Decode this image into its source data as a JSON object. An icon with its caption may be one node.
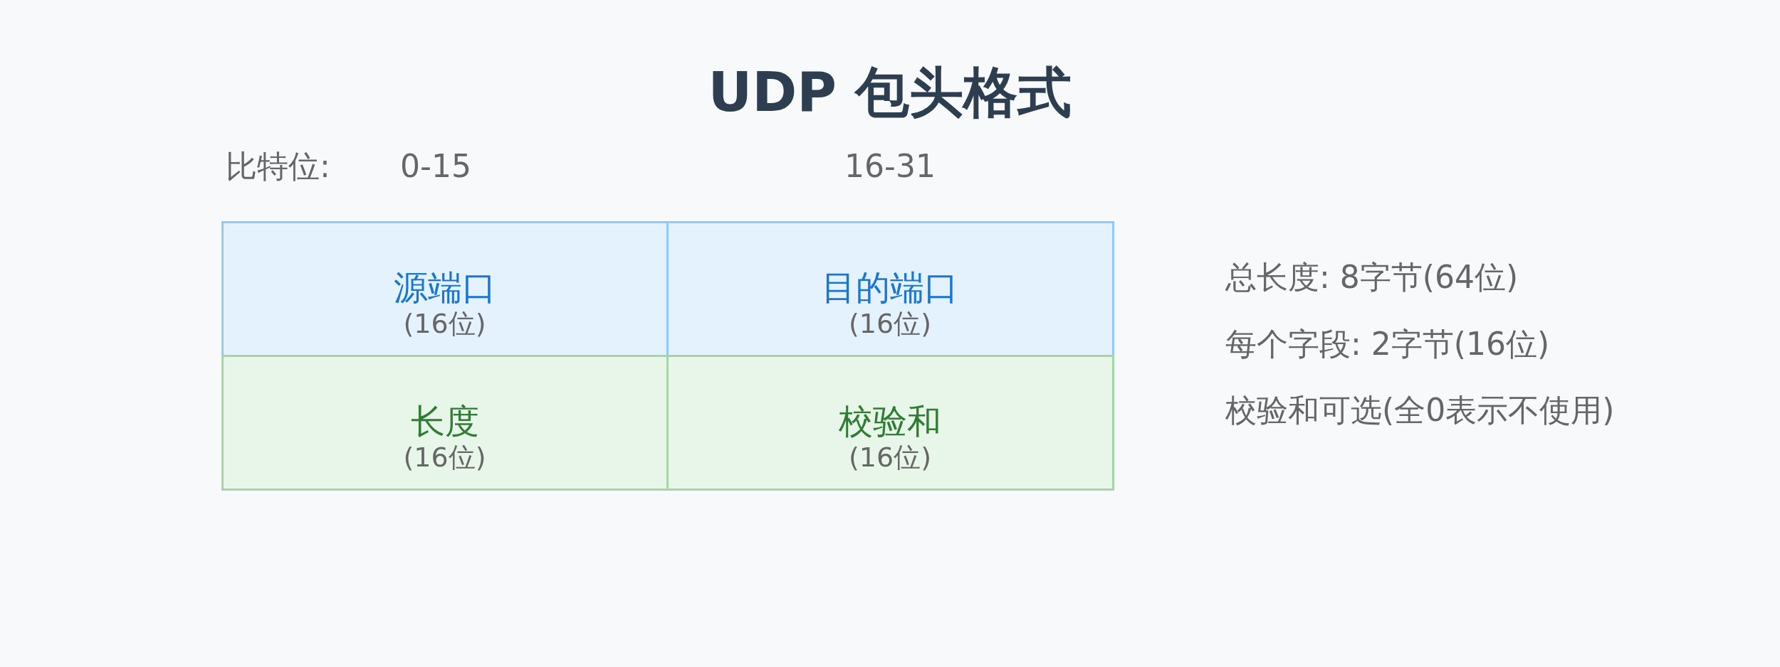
{
  "diagram": {
    "title": "UDP 包头格式",
    "nodes": [
      {
        "text": [
          "源端口",
          "(16位)"
        ]
      },
      {
        "text": [
          "目的端口",
          "(16位)"
        ]
      },
      {
        "text": [
          "长度",
          "(16位)"
        ]
      },
      {
        "text": [
          "校验和",
          "(16位)"
        ]
      }
    ],
    "labels": [
      "比特位:",
      "0-15",
      "16-31",
      "总长度: 8字节(64位)",
      "每个字段: 2字节(16位)",
      "校验和可选(全0表示不使用)"
    ]
  }
}
